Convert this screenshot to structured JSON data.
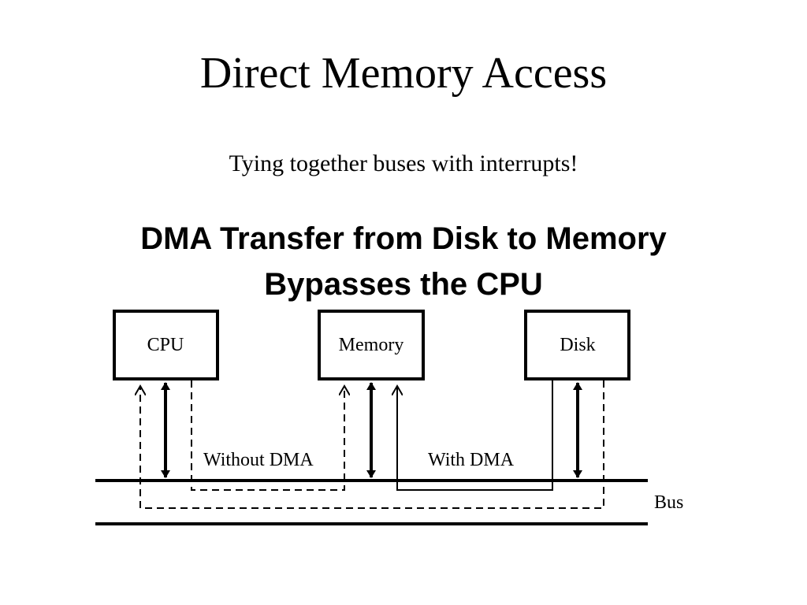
{
  "slide": {
    "title": "Direct Memory Access",
    "subtitle": "Tying together buses with interrupts!"
  },
  "diagram": {
    "heading_line1": "DMA Transfer from Disk to Memory",
    "heading_line2": "Bypasses the CPU",
    "boxes": {
      "cpu": "CPU",
      "memory": "Memory",
      "disk": "Disk"
    },
    "labels": {
      "without_dma": "Without DMA",
      "with_dma": "With DMA",
      "bus": "Bus"
    },
    "colors": {
      "line": "#000000",
      "background": "#ffffff"
    }
  }
}
